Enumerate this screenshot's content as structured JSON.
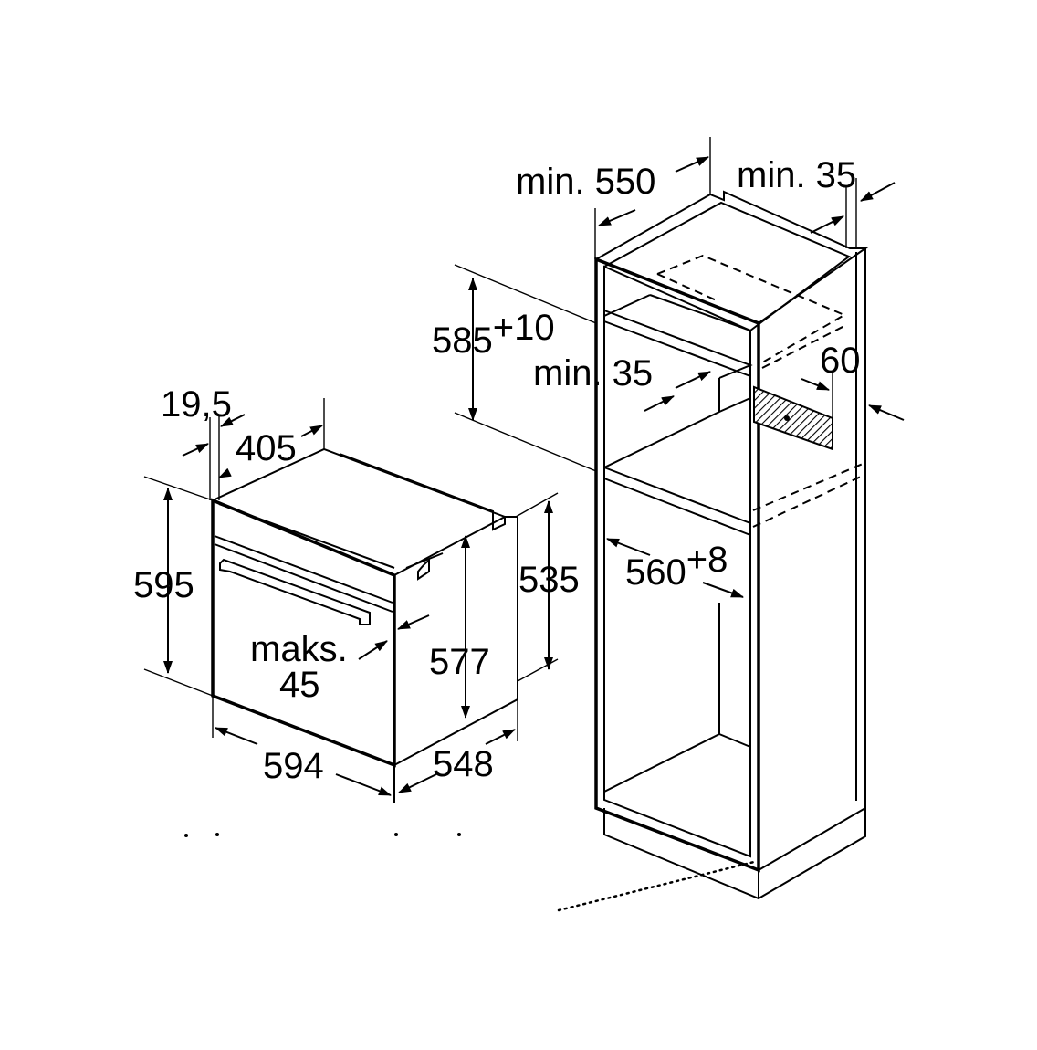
{
  "labels": {
    "oven": {
      "depth_panel": "19,5",
      "panel_depth": "405",
      "height": "595",
      "inner_height": "535",
      "body_height": "577",
      "max_label": "maks.",
      "max_value": "45",
      "width": "594",
      "depth": "548"
    },
    "cabinet": {
      "min_depth_label": "min. 550",
      "min_side_label": "min. 35",
      "niche_height": "585",
      "niche_height_tol": "+10",
      "min_rear_label": "min. 35",
      "vent": "60",
      "niche_width": "560",
      "niche_width_tol": "+8"
    }
  }
}
